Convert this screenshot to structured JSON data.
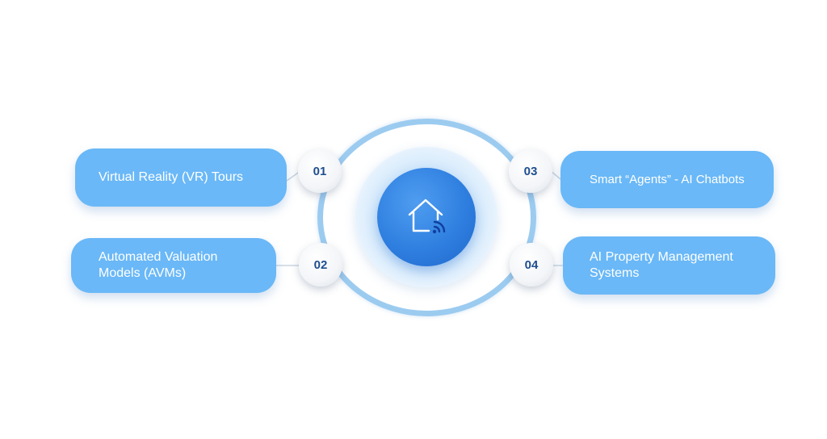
{
  "diagram": {
    "center": {
      "icon": "smart-home-icon"
    },
    "items": [
      {
        "number": "01",
        "label": "Virtual Reality (VR) Tours"
      },
      {
        "number": "02",
        "label": "Automated Valuation\nModels (AVMs)"
      },
      {
        "number": "03",
        "label": "Smart “Agents” - AI Chatbots"
      },
      {
        "number": "04",
        "label": " AI Property Management\nSystems"
      }
    ],
    "colors": {
      "card": "#6ab8f7",
      "hub": "#2f7fe0",
      "ring": "#9ccbf0",
      "badge_text": "#1f4f8f"
    }
  }
}
